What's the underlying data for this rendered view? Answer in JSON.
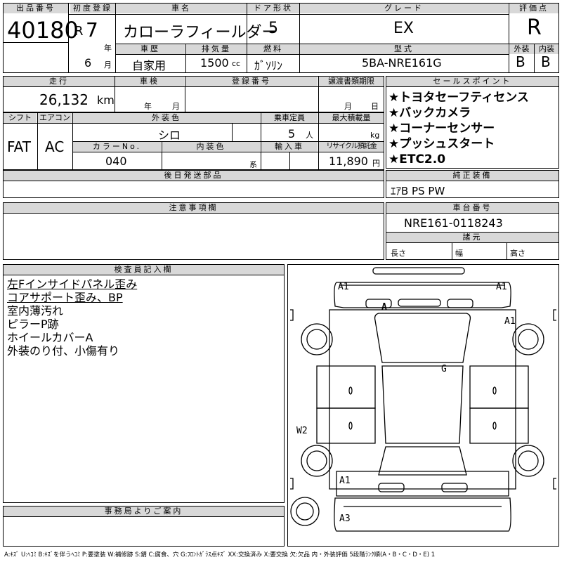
{
  "headers": {
    "lot_no": "出品番号",
    "first_reg": "初度登録",
    "car_name": "車名",
    "door": "ドア形状",
    "grade": "グレード",
    "score": "評価点",
    "year_unit": "年",
    "month_unit": "月",
    "history": "車歴",
    "displacement": "排気量",
    "fuel": "燃料",
    "model_code": "型式",
    "exterior_score": "外装",
    "interior_score": "内装",
    "mileage": "走行",
    "inspection": "車検",
    "reg_no": "登録番号",
    "transfer_doc": "譲渡書類期限",
    "sales_points": "セールスポイント",
    "shift": "シフト",
    "aircon": "エアコン",
    "ext_color": "外装色",
    "capacity": "乗車定員",
    "max_load": "最大積載量",
    "color_no": "カラーNo.",
    "int_color": "内装色",
    "import": "輸入車",
    "recycle": "リサイクル預託金",
    "later_parts": "後日発送部品",
    "factory_equip": "純正装備",
    "notes": "注意事項欄",
    "chassis_no": "車台番号",
    "dimensions": "諸元",
    "length": "長さ",
    "width": "幅",
    "height": "高さ",
    "inspector": "検査員記入欄",
    "office": "事務局よりご案内",
    "ym_year": "年",
    "ym_month": "月",
    "md_month": "月",
    "md_day": "日"
  },
  "values": {
    "lot_no": "40180",
    "era": "R",
    "year": "7",
    "month": "6",
    "car_name": "カローラフィールダー",
    "door": "5",
    "grade": "EX",
    "score": "R",
    "history": "自家用",
    "displacement": "1500",
    "cc": "cc",
    "fuel": "ｶﾞｿﾘﾝ",
    "model_code": "5BA-NRE161G",
    "exterior_score": "B",
    "interior_score": "B",
    "mileage": "26,132",
    "km": "km",
    "shift": "FAT",
    "aircon": "AC",
    "ext_color": "シロ",
    "capacity": "5",
    "person_unit": "人",
    "kg": "kg",
    "color_no": "040",
    "int_color_unit": "系",
    "recycle": "11,890",
    "yen": "円",
    "factory_equip": "ｴｱB PS PW",
    "chassis_no": "NRE161-0118243"
  },
  "sales_points": [
    "★トヨタセーフティセンス",
    "★バックカメラ",
    "★コーナーセンサー",
    "★プッシュスタート",
    "★ETC2.0"
  ],
  "inspector_notes": [
    "左Fインサイドパネル歪み",
    "コアサポート歪み、BP",
    "室内薄汚れ",
    "ピラーP跡",
    "ホイールカバーA",
    "外装のり付、小傷有り"
  ],
  "diagram_marks": [
    "A1",
    "A1",
    "A",
    "A1",
    "G",
    "W2",
    "A1",
    "A3"
  ],
  "legend": "A:ｷｽﾞ U:ﾍｺﾐ B:ｷｽﾞを伴うﾍｺﾐ P:要塗装 W:補修跡 S:錆 C:腐食、穴 G:ﾌﾛﾝﾄｶﾞﾗｽ点ｷｽﾞ XX:交換済み X:要交換 欠:欠品 内・外装評価 5段階ﾗﾝｸ順(A・B・C・D・E) 1"
}
